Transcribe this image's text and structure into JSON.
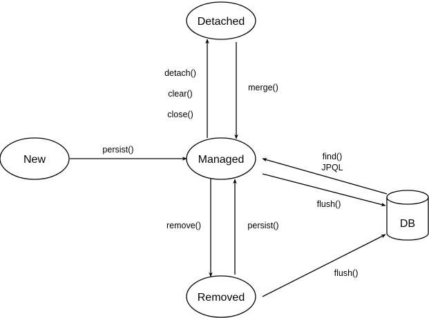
{
  "nodes": {
    "detached": "Detached",
    "new": "New",
    "managed": "Managed",
    "removed": "Removed",
    "db": "DB"
  },
  "edges": {
    "new_to_managed": "persist()",
    "managed_to_detached": [
      "detach()",
      "clear()",
      "close()"
    ],
    "detached_to_managed": "merge()",
    "managed_to_removed": "remove()",
    "removed_to_managed": "persist()",
    "db_to_managed": [
      "find()",
      "JPQL"
    ],
    "managed_to_db": "flush()",
    "removed_to_db": "flush()"
  }
}
